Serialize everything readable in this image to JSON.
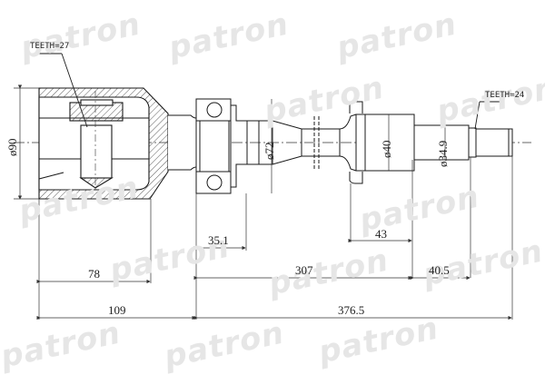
{
  "watermark": {
    "text": "patron",
    "color": "#e6e6e6"
  },
  "callouts": {
    "inner_teeth": "TEETH=27",
    "outer_teeth": "TEETH=24"
  },
  "diameters": {
    "housing": "ø90",
    "bearing": "ø72",
    "collar": "ø40",
    "stub": "ø34.9"
  },
  "dimensions": {
    "bearing_offset": "35.1",
    "collar_to_end": "43",
    "housing_length": "78",
    "shaft_length": "307",
    "stub_length": "40.5",
    "joint_length": "109",
    "overall_length": "376.5"
  },
  "colors": {
    "line": "#1a1a1a",
    "hatch": "#333333",
    "dim": "#333333"
  }
}
